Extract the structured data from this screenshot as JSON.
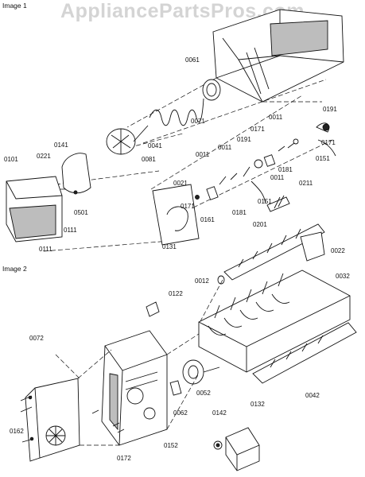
{
  "watermark": "AppliancePartsPros.com",
  "sections": [
    {
      "label": "Image 1"
    },
    {
      "label": "Image 2"
    }
  ],
  "image1": {
    "callouts": [
      "0061",
      "0071",
      "0041",
      "0081",
      "0141",
      "0221",
      "0101",
      "0501",
      "0111",
      "0111",
      "0131",
      "0021",
      "0161",
      "0171",
      "0011",
      "0181",
      "0011",
      "0191",
      "0151",
      "0201",
      "0211",
      "0171",
      "0181",
      "0011",
      "0011",
      "0191",
      "0171",
      "0151"
    ]
  },
  "image2": {
    "callouts": [
      "0022",
      "0012",
      "0032",
      "0122",
      "0072",
      "0052",
      "0062",
      "0162",
      "0172",
      "0152",
      "0142",
      "0132",
      "0042"
    ]
  }
}
